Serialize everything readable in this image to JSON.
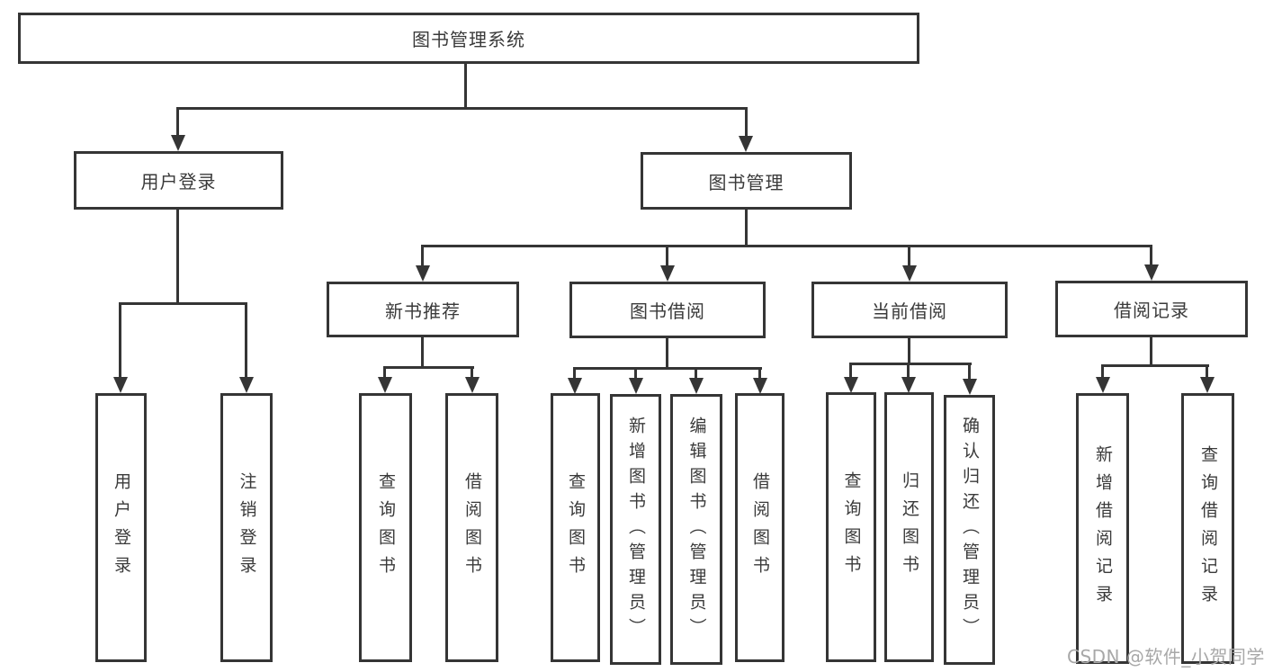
{
  "diagram_title": "图书管理系统",
  "colors": {
    "line": "#353535",
    "box_border": "#353535",
    "box_fill": "#ffffff",
    "text": "#3a3a3a",
    "watermark": "#a8a8a8"
  },
  "nodes": {
    "root": "图书管理系统",
    "user_login": "用户登录",
    "book_mgmt": "图书管理",
    "new_book_rec": "新书推荐",
    "book_borrow": "图书借阅",
    "current_borrow": "当前借阅",
    "borrow_records": "借阅记录",
    "ul_login": "用户登录",
    "ul_logout": "注销登录",
    "nbr_query": "查询图书",
    "nbr_borrow": "借阅图书",
    "bb_query": "查询图书",
    "bb_add": "新增图书（管理员）",
    "bb_edit": "编辑图书（管理员）",
    "bb_borrow": "借阅图书",
    "cb_query": "查询图书",
    "cb_return": "归还图书",
    "cb_confirm": "确认归还（管理员）",
    "br_add": "新增借阅记录",
    "br_query": "查询借阅记录"
  },
  "watermark": "CSDN @软件_小贺同学"
}
